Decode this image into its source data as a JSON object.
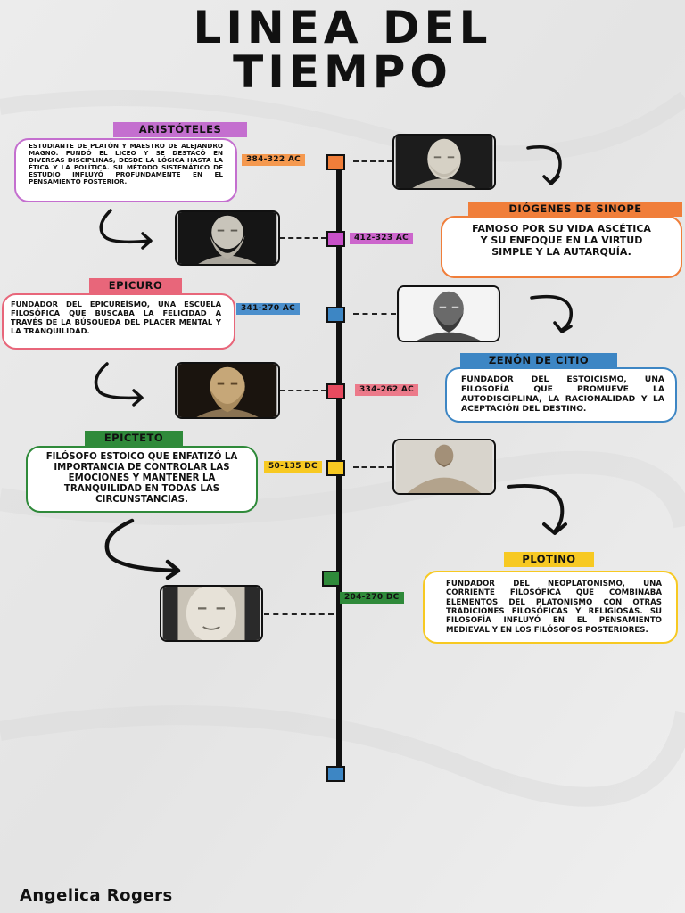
{
  "title": {
    "line1": "LINEA DEL",
    "line2": "TIEMPO"
  },
  "author": "Angelica Rogers",
  "colors": {
    "purple": "#c46fcf",
    "magenta": "#c850c8",
    "orange": "#f07e3a",
    "red": "#e8667a",
    "blue": "#3d86c4",
    "green": "#2f8a3a",
    "yellow": "#f7c922"
  },
  "philosophers": [
    {
      "name": "ARISTÓTELES",
      "dates": "384-322 AC",
      "description": "Estudiante de Platón y maestro de Alejandro Magno. Fundó el Liceo y se destacó en diversas disciplinas, desde la lógica hasta la ética y la política. Su método sistemático de estudio influyó profundamente en el pensamiento posterior."
    },
    {
      "name": "DIÓGENES DE SINOPE",
      "dates": "412-323 AC",
      "description": "Famoso por su vida ascética y su enfoque en la virtud simple y la autarquía."
    },
    {
      "name": "EPICURO",
      "dates": "341-270 AC",
      "description": "Fundador del epicureísmo, una escuela filosófica que buscaba la felicidad a través de la búsqueda del placer mental y la tranquilidad."
    },
    {
      "name": "ZENÓN DE CITIO",
      "dates": "334-262 AC",
      "description": "Fundador del estoicismo, una filosofía que promueve la autodisciplina, la racionalidad y la aceptación del destino."
    },
    {
      "name": "EPICTETO",
      "dates": "50-135 DC",
      "description": "Filósofo estoico que enfatizó la importancia de controlar las emociones y mantener la tranquilidad en todas las circunstancias."
    },
    {
      "name": "PLOTINO",
      "dates": "204-270 DC",
      "description": "Fundador del neoplatonismo, una corriente filosófica que combinaba elementos del platonismo con otras tradiciones filosóficas y religiosas. Su filosofía influyó en el pensamiento medieval y en los filósofos posteriores."
    }
  ]
}
